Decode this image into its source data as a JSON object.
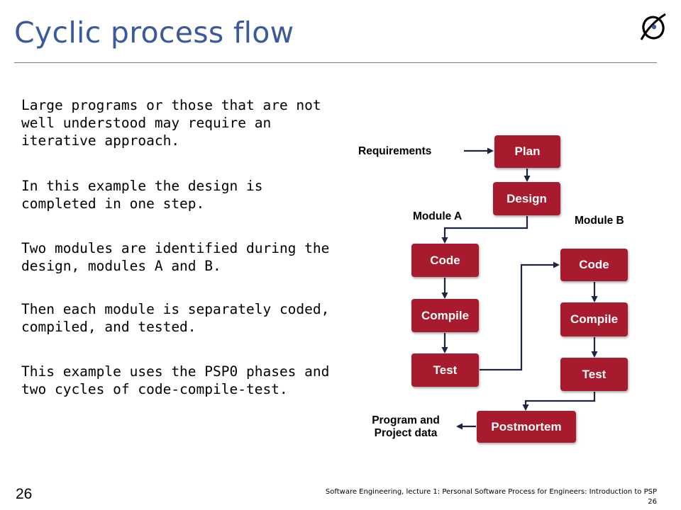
{
  "slide": {
    "title": "Cyclic process flow",
    "page_number": "26",
    "footer_text": "Software Engineering, lecture 1: Personal Software Process for Engineers: Introduction to PSP",
    "footer_page": "26"
  },
  "bullets": [
    "Large programs or those that are not well understood may require an iterative approach.",
    "In this example the design is completed in one step.",
    "Two modules are identified during the design, modules A and B.",
    "Then each module is separately coded, compiled, and tested.",
    "This example uses the PSP0 phases and two cycles of code-compile-test."
  ],
  "diagram": {
    "plan": "Plan",
    "design": "Design",
    "code_a": "Code",
    "compile_a": "Compile",
    "test_a": "Test",
    "code_b": "Code",
    "compile_b": "Compile",
    "test_b": "Test",
    "postmortem": "Postmortem",
    "requirements_label": "Requirements",
    "module_a_label": "Module A",
    "module_b_label": "Module B",
    "output_label_line1": "Program and",
    "output_label_line2": "Project data",
    "box_color": "#a81a2e",
    "title_color": "#3a5a9c"
  }
}
